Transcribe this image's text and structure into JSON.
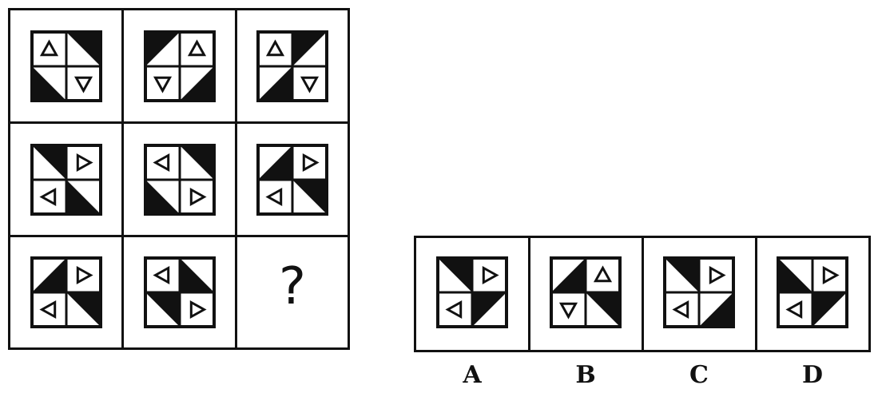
{
  "question_mark": "?",
  "puzzle": [
    [
      {
        "q": [
          {
            "t": "tri",
            "d": "up"
          },
          {
            "t": "tr"
          },
          {
            "t": "bl"
          },
          {
            "t": "tri",
            "d": "down"
          }
        ]
      },
      {
        "q": [
          {
            "t": "tl"
          },
          {
            "t": "tri",
            "d": "up"
          },
          {
            "t": "tri",
            "d": "down"
          },
          {
            "t": "br"
          }
        ]
      },
      {
        "q": [
          {
            "t": "tri",
            "d": "up"
          },
          {
            "t": "tl"
          },
          {
            "t": "br"
          },
          {
            "t": "tri",
            "d": "down"
          }
        ]
      }
    ],
    [
      {
        "q": [
          {
            "t": "tr"
          },
          {
            "t": "tri",
            "d": "right"
          },
          {
            "t": "tri",
            "d": "left"
          },
          {
            "t": "bl"
          }
        ]
      },
      {
        "q": [
          {
            "t": "tri",
            "d": "left"
          },
          {
            "t": "tr"
          },
          {
            "t": "bl"
          },
          {
            "t": "tri",
            "d": "right"
          }
        ]
      },
      {
        "q": [
          {
            "t": "br"
          },
          {
            "t": "tri",
            "d": "right"
          },
          {
            "t": "tri",
            "d": "left"
          },
          {
            "t": "tr"
          }
        ]
      }
    ],
    [
      {
        "q": [
          {
            "t": "br"
          },
          {
            "t": "tri",
            "d": "right"
          },
          {
            "t": "tri",
            "d": "left"
          },
          {
            "t": "tr"
          }
        ]
      },
      {
        "q": [
          {
            "t": "tri",
            "d": "left"
          },
          {
            "t": "bl"
          },
          {
            "t": "tr"
          },
          {
            "t": "tri",
            "d": "right"
          }
        ]
      },
      null
    ]
  ],
  "options": [
    {
      "label": "A",
      "q": [
        {
          "t": "tr"
        },
        {
          "t": "tri",
          "d": "right"
        },
        {
          "t": "tri",
          "d": "left"
        },
        {
          "t": "tl"
        }
      ]
    },
    {
      "label": "B",
      "q": [
        {
          "t": "br"
        },
        {
          "t": "tri",
          "d": "up"
        },
        {
          "t": "tri",
          "d": "down"
        },
        {
          "t": "tr"
        }
      ]
    },
    {
      "label": "C",
      "q": [
        {
          "t": "tr"
        },
        {
          "t": "tri",
          "d": "right"
        },
        {
          "t": "tri",
          "d": "left"
        },
        {
          "t": "br"
        }
      ]
    },
    {
      "label": "D",
      "q": [
        {
          "t": "bl"
        },
        {
          "t": "tri",
          "d": "right"
        },
        {
          "t": "tri",
          "d": "left"
        },
        {
          "t": "tl"
        }
      ]
    }
  ]
}
